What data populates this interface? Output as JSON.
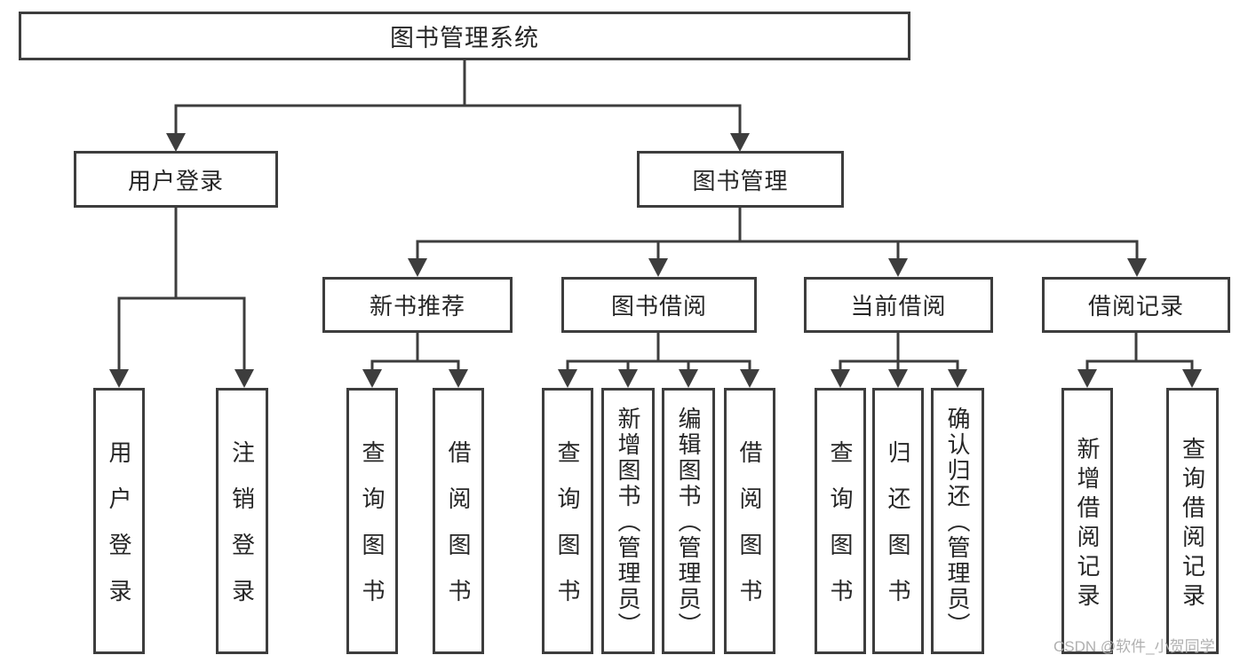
{
  "colors": {
    "line": "#3d3d3d",
    "text": "#262626",
    "background": "#ffffff",
    "watermark": "#b0b0b0"
  },
  "watermark": {
    "text": "CSDN @软件_小贺同学"
  },
  "diagram": {
    "root": {
      "label": "图书管理系统"
    },
    "branches": [
      {
        "label": "用户登录",
        "children": [
          {
            "label": "用户登录"
          },
          {
            "label": "注销登录"
          }
        ]
      },
      {
        "label": "图书管理",
        "children": [
          {
            "label": "新书推荐",
            "children": [
              {
                "label": "查询图书"
              },
              {
                "label": "借阅图书"
              }
            ]
          },
          {
            "label": "图书借阅",
            "children": [
              {
                "label": "查询图书"
              },
              {
                "label": "新增图书（管理员）"
              },
              {
                "label": "编辑图书（管理员）"
              },
              {
                "label": "借阅图书"
              }
            ]
          },
          {
            "label": "当前借阅",
            "children": [
              {
                "label": "查询图书"
              },
              {
                "label": "归还图书"
              },
              {
                "label": "确认归还（管理员）"
              }
            ]
          },
          {
            "label": "借阅记录",
            "children": [
              {
                "label": "新增借阅记录"
              },
              {
                "label": "查询借阅记录"
              }
            ]
          }
        ]
      }
    ]
  }
}
